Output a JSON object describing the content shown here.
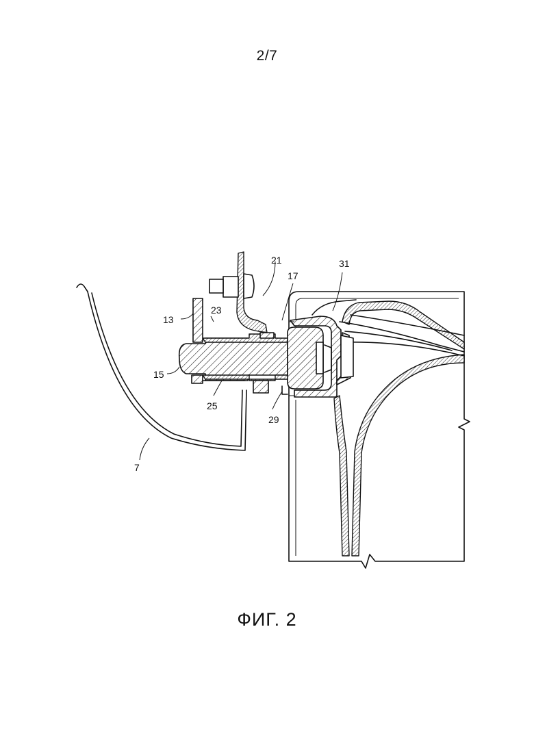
{
  "header": {
    "page_number": "2/7"
  },
  "figure": {
    "caption": "ФИГ. 2",
    "labels": {
      "l7": "7",
      "l13": "13",
      "l15": "15",
      "l17": "17",
      "l21": "21",
      "l23": "23",
      "l25": "25",
      "l29": "29",
      "l31": "31"
    }
  }
}
